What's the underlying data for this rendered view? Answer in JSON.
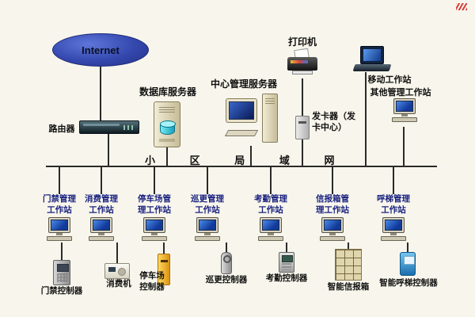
{
  "diagram": {
    "internet_label": "Internet",
    "router_label": "路由器",
    "database_server_label": "数据库服务器",
    "center_server_label": "中心管理服务器",
    "printer_label": "打印机",
    "card_issuer_label": "发卡器（发卡中心）",
    "mobile_workstation_label": "移动工作站",
    "other_workstation_label": "其他管理工作站",
    "lan_label": "小 区 局 域 网",
    "workstations": [
      {
        "label": "门禁管理工作站",
        "device": "门禁控制器"
      },
      {
        "label": "消费管理工作站",
        "device": "消费机"
      },
      {
        "label": "停车场管理工作站",
        "device": "停车场控制器"
      },
      {
        "label": "巡更管理工作站",
        "device": "巡更控制器"
      },
      {
        "label": "考勤管理工作站",
        "device": "考勤控制器"
      },
      {
        "label": "信报箱管理工作站",
        "device": "智能信报箱"
      },
      {
        "label": "呼梯管理工作站",
        "device": "智能呼梯控制器"
      }
    ],
    "colors": {
      "background": "#f8f6ec",
      "cloud_blue": "#3448ae",
      "screen_blue": "#123a9a",
      "pillar_yellow": "#e8a81e",
      "elevator_blue": "#1a6eae",
      "line_black": "#2a2a2a"
    }
  }
}
